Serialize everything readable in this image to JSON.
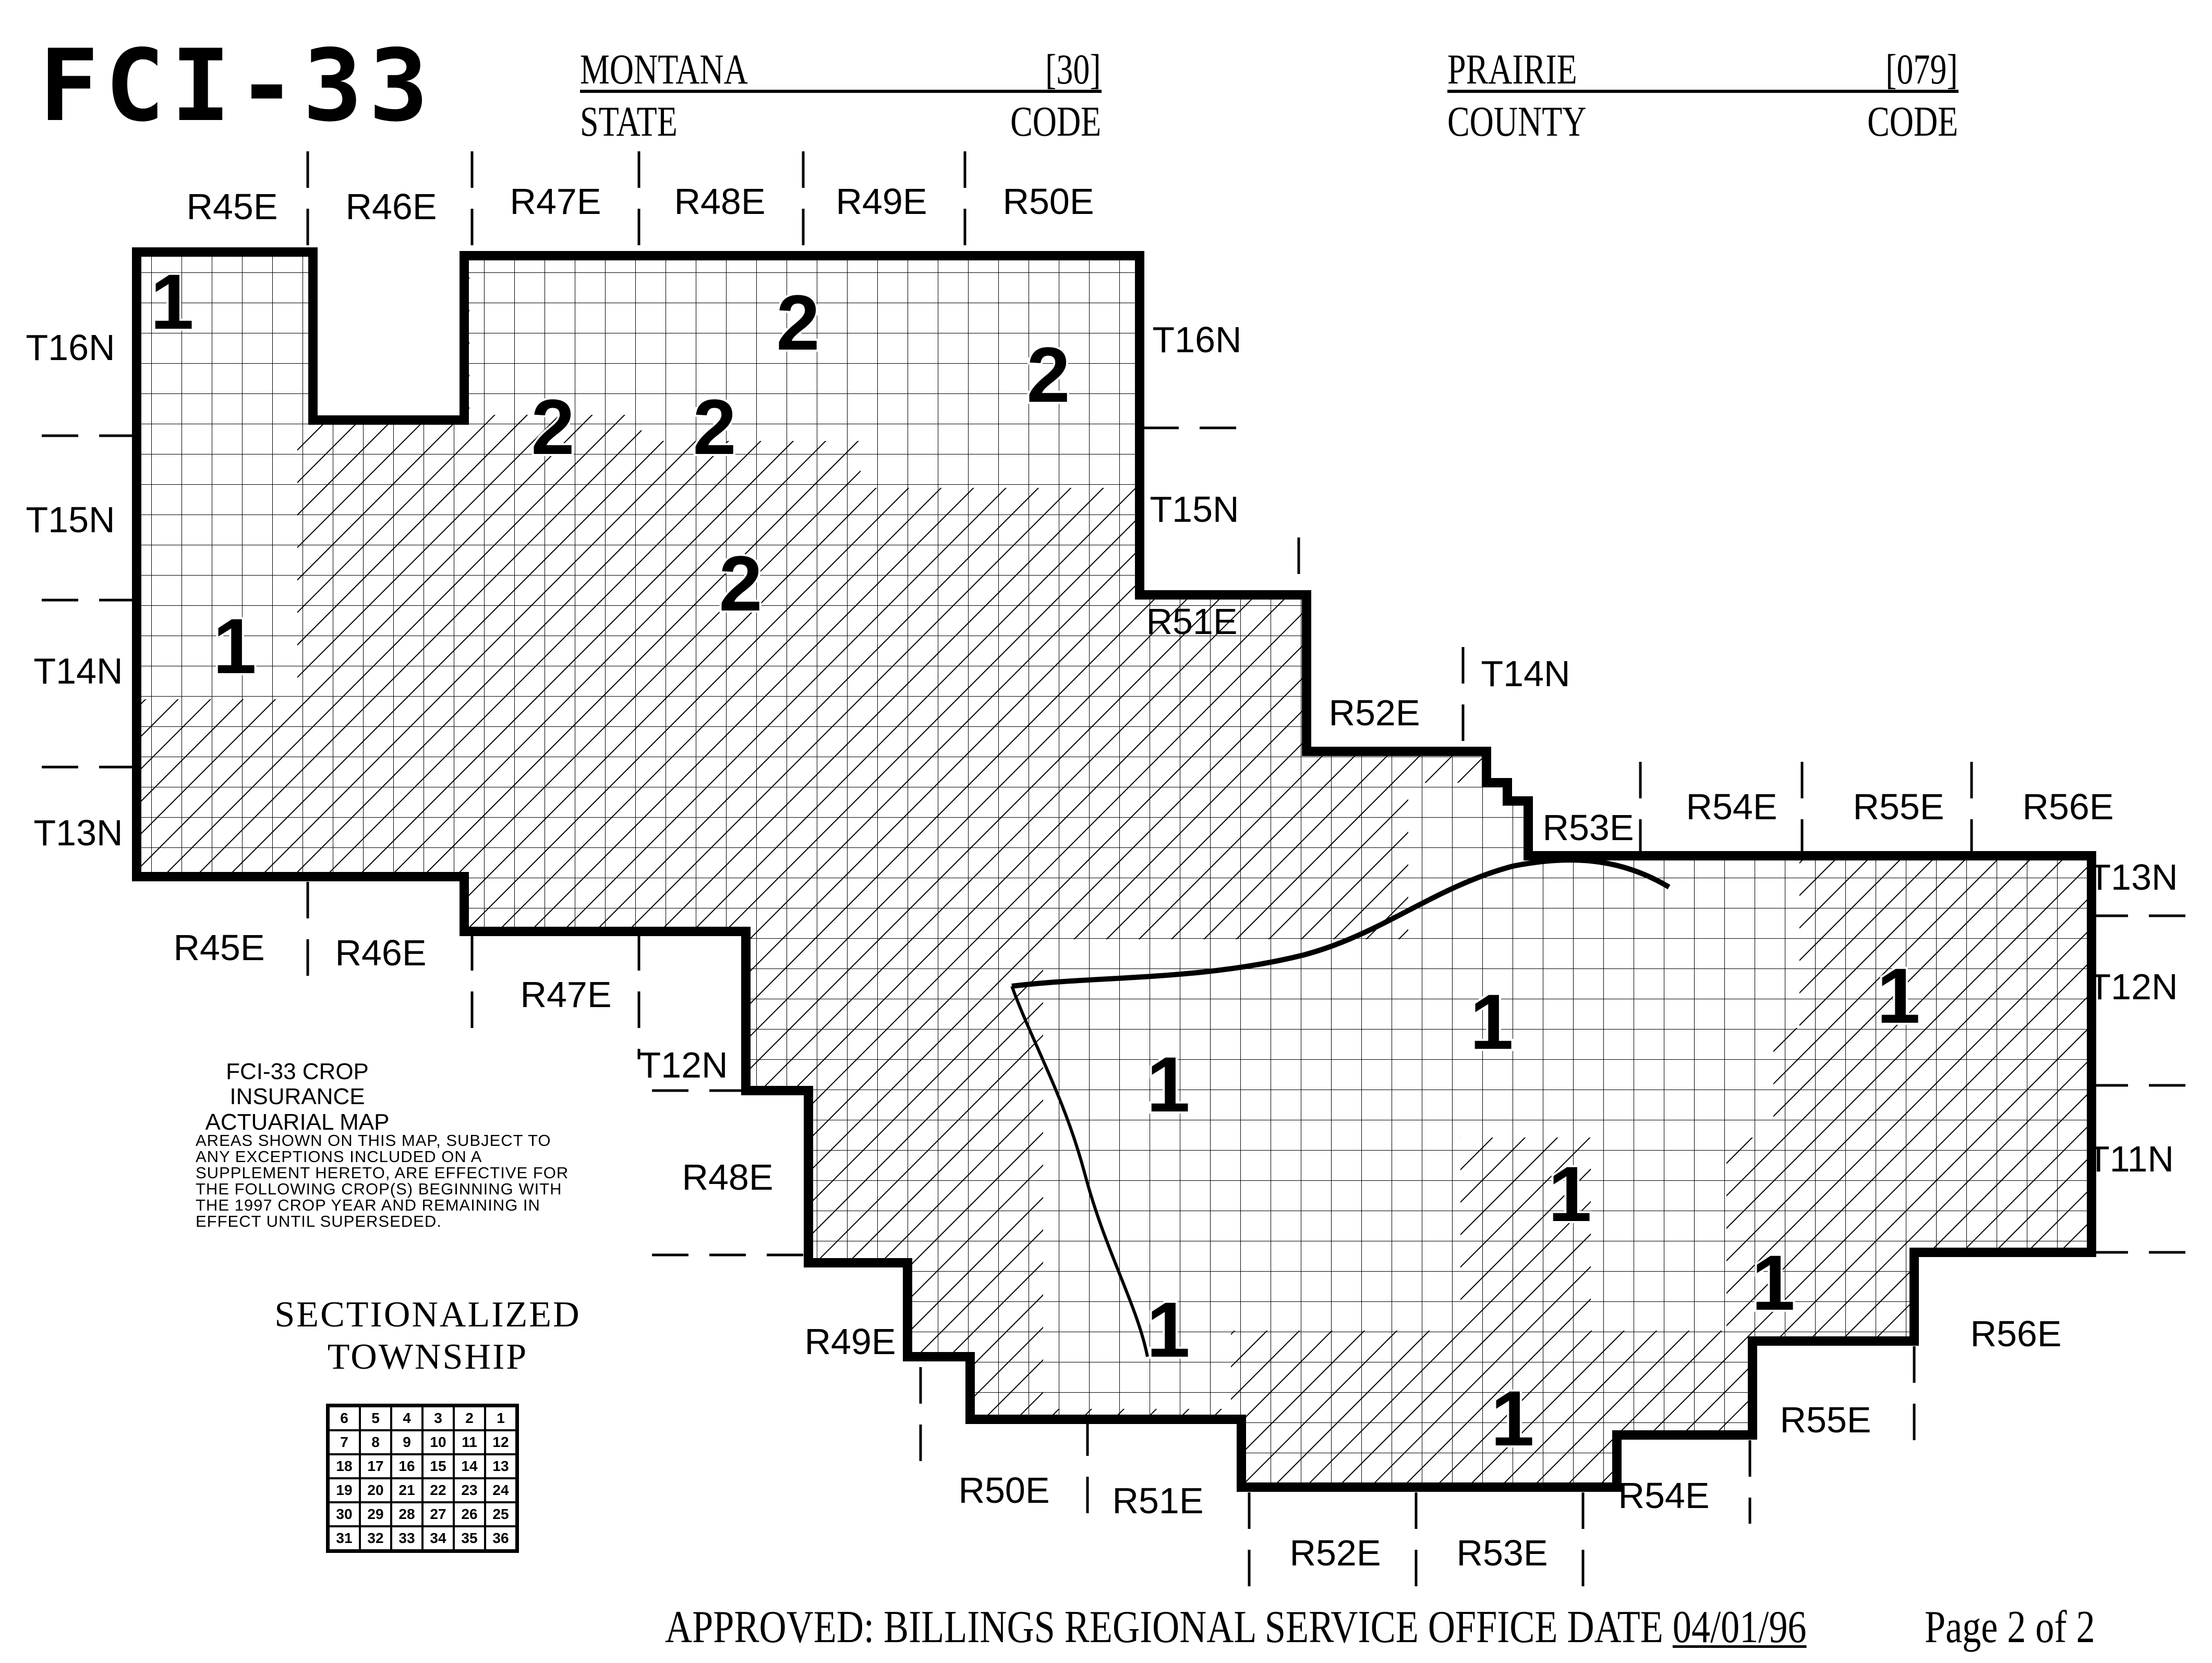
{
  "form_id": "FCI-33",
  "header": {
    "state": {
      "value": "MONTANA",
      "code": "[30]",
      "label": "STATE",
      "code_label": "CODE"
    },
    "county": {
      "value": "PRAIRIE",
      "code": "[079]",
      "label": "COUNTY",
      "code_label": "CODE"
    }
  },
  "map": {
    "range_labels": {
      "top": [
        "R45E",
        "R46E",
        "R47E",
        "R48E",
        "R49E",
        "R50E"
      ],
      "left_bottom": [
        "R45E",
        "R46E",
        "R47E",
        "R48E",
        "R49E",
        "R50E",
        "R51E",
        "R52E",
        "R53E",
        "R54E",
        "R55E",
        "R56E"
      ],
      "middle": [
        "R51E",
        "R52E",
        "R53E",
        "R54E",
        "R55E",
        "R56E"
      ]
    },
    "township_labels": {
      "left": [
        "T16N",
        "T15N",
        "T14N",
        "T13N",
        "T12N"
      ],
      "right": [
        "T16N",
        "T15N",
        "T14N",
        "T13N",
        "T12N",
        "T11N"
      ]
    },
    "area_codes": [
      "1",
      "2"
    ]
  },
  "legend": {
    "title_line1": "FCI-33 CROP INSURANCE",
    "title_line2": "ACTUARIAL MAP",
    "text": "AREAS SHOWN ON THIS MAP, SUBJECT TO ANY EXCEPTIONS INCLUDED ON A SUPPLEMENT HERETO, ARE EFFECTIVE FOR THE FOLLOWING CROP(S) BEGINNING WITH THE 1997 CROP YEAR AND REMAINING IN EFFECT UNTIL SUPERSEDED."
  },
  "sectionalized_township": {
    "title_line1": "SECTIONALIZED",
    "title_line2": "TOWNSHIP",
    "sections": [
      "6",
      "5",
      "4",
      "3",
      "2",
      "1",
      "7",
      "8",
      "9",
      "10",
      "11",
      "12",
      "18",
      "17",
      "16",
      "15",
      "14",
      "13",
      "19",
      "20",
      "21",
      "22",
      "23",
      "24",
      "30",
      "29",
      "28",
      "27",
      "26",
      "25",
      "31",
      "32",
      "33",
      "34",
      "35",
      "36"
    ]
  },
  "footer": {
    "approved_text": "APPROVED: BILLINGS REGIONAL SERVICE OFFICE DATE",
    "date": "04/01/96",
    "page": "Page 2 of 2"
  }
}
